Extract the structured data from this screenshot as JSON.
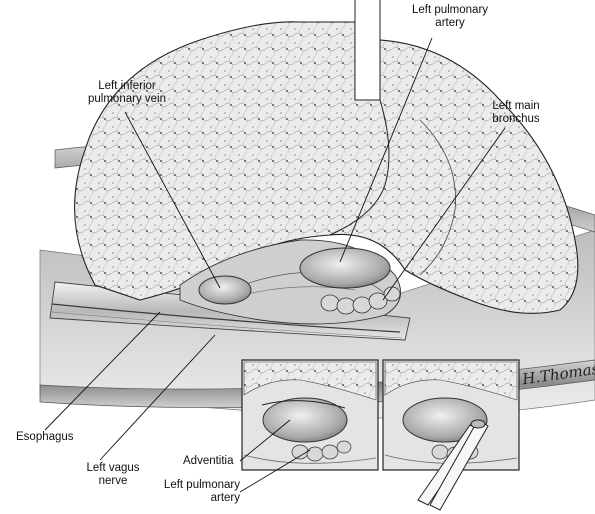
{
  "labels": {
    "left_pulmonary_artery_top": "Left pulmonary\nartery",
    "left_inferior_pulmonary_vein": "Left inferior\npulmonary vein",
    "left_main_bronchus": "Left main\nbronchus",
    "esophagus": "Esophagus",
    "left_vagus_nerve": "Left vagus\nnerve",
    "adventitia": "Adventitia",
    "left_pulmonary_artery_inset": "Left pulmonary\nartery"
  },
  "signature": "H.Thomas",
  "colors": {
    "line": "#111111",
    "lung_fill": "#e9e9e9",
    "tissue_dark": "#9a9a9a",
    "tissue_mid": "#c4c4c4",
    "tissue_light": "#dcdcdc"
  }
}
